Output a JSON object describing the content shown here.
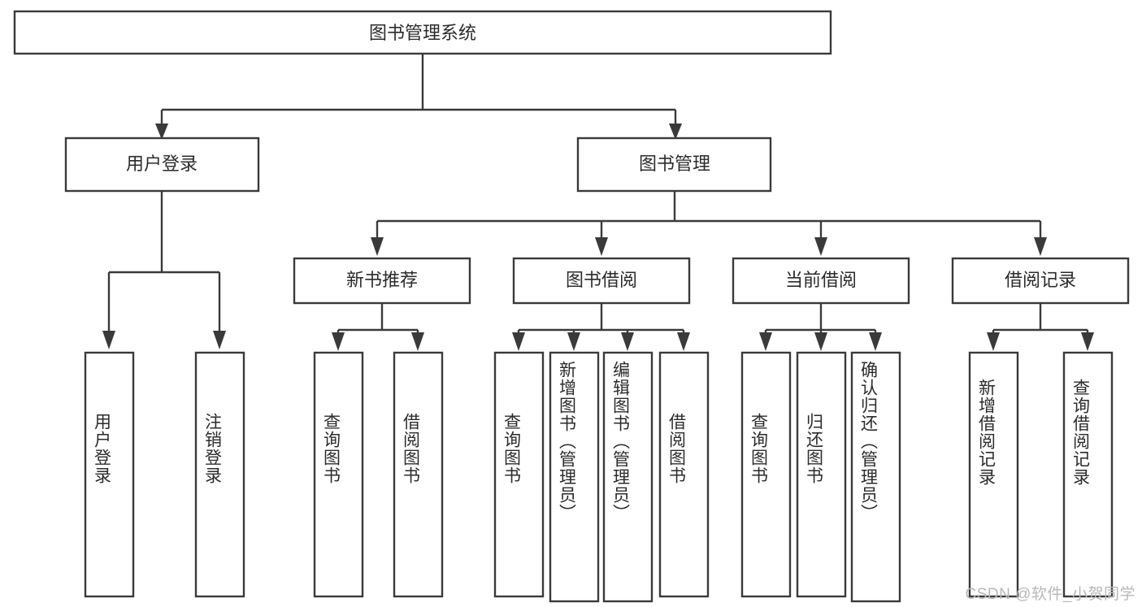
{
  "diagram": {
    "type": "hierarchy-tree",
    "title": "图书管理系统",
    "orientation": "top-down",
    "watermark": "CSDN @软件_小贺同学",
    "levels": 4,
    "root": {
      "id": "root",
      "label": "图书管理系统"
    },
    "level2": [
      {
        "id": "user-login",
        "label": "用户登录"
      },
      {
        "id": "book-management",
        "label": "图书管理"
      }
    ],
    "level3": [
      {
        "id": "new-book-recommend",
        "label": "新书推荐",
        "parent": "book-management"
      },
      {
        "id": "book-borrow",
        "label": "图书借阅",
        "parent": "book-management"
      },
      {
        "id": "current-borrow",
        "label": "当前借阅",
        "parent": "book-management"
      },
      {
        "id": "borrow-record",
        "label": "借阅记录",
        "parent": "book-management"
      }
    ],
    "leaves": [
      {
        "id": "leaf-user-login",
        "label": "用户登录",
        "parent": "user-login"
      },
      {
        "id": "leaf-logout-login",
        "label": "注销登录",
        "parent": "user-login"
      },
      {
        "id": "leaf-query-book-1",
        "label": "查询图书",
        "parent": "new-book-recommend"
      },
      {
        "id": "leaf-borrow-book-1",
        "label": "借阅图书",
        "parent": "new-book-recommend"
      },
      {
        "id": "leaf-query-book-2",
        "label": "查询图书",
        "parent": "book-borrow"
      },
      {
        "id": "leaf-add-book",
        "label": "新增图书（管理员）",
        "parent": "book-borrow"
      },
      {
        "id": "leaf-edit-book",
        "label": "编辑图书（管理员）",
        "parent": "book-borrow"
      },
      {
        "id": "leaf-borrow-book-2",
        "label": "借阅图书",
        "parent": "book-borrow"
      },
      {
        "id": "leaf-query-book-3",
        "label": "查询图书",
        "parent": "current-borrow"
      },
      {
        "id": "leaf-return-book",
        "label": "归还图书",
        "parent": "current-borrow"
      },
      {
        "id": "leaf-confirm-return",
        "label": "确认归还（管理员）",
        "parent": "current-borrow"
      },
      {
        "id": "leaf-add-record",
        "label": "新增借阅记录",
        "parent": "borrow-record"
      },
      {
        "id": "leaf-query-record",
        "label": "查询借阅记录",
        "parent": "borrow-record"
      }
    ],
    "colors": {
      "background": "#ffffff",
      "node_fill": "#ffffff",
      "node_stroke": "#3a3a3a",
      "text": "#2b2b2b",
      "watermark": "#b8b8b8"
    }
  }
}
